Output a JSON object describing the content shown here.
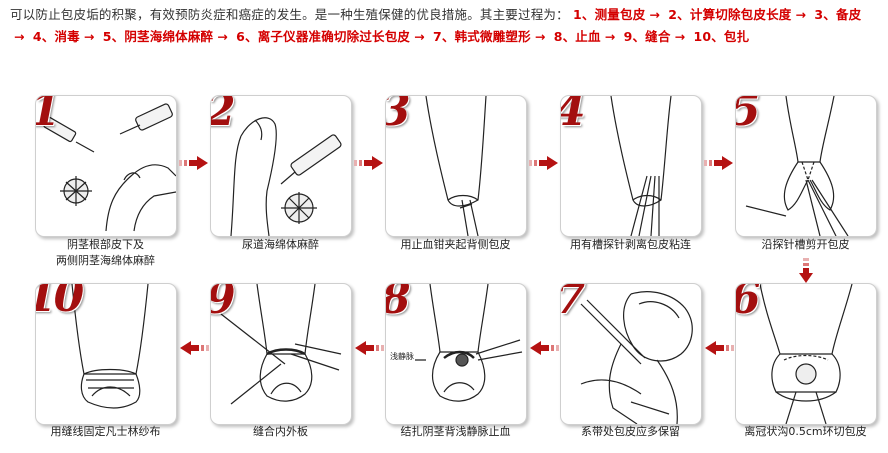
{
  "intro": {
    "lead": "可以防止包皮垢的积聚，有效预防炎症和癌症的发生。是一种生殖保健的优良措施。其主要过程为：",
    "arrow": "→",
    "steps": [
      "1、测量包皮",
      "2、计算切除包皮长度",
      "3、备皮",
      "4、消毒",
      "5、阴茎海绵体麻醉",
      "6、离子仪器准确切除过长包皮",
      "7、韩式微雕塑形",
      "8、止血",
      "9、缝合",
      "10、包扎"
    ]
  },
  "panels": [
    {
      "number": "1",
      "caption_lines": [
        "阴茎根部皮下及",
        "两侧阴茎海绵体麻醉"
      ]
    },
    {
      "number": "2",
      "caption_lines": [
        "尿道海绵体麻醉"
      ]
    },
    {
      "number": "3",
      "caption_lines": [
        "用止血钳夹起背侧包皮"
      ]
    },
    {
      "number": "4",
      "caption_lines": [
        "用有槽探针剥离包皮粘连"
      ]
    },
    {
      "number": "5",
      "caption_lines": [
        "沿探针槽剪开包皮"
      ]
    },
    {
      "number": "6",
      "caption_lines": [
        "离冠状沟0.5cm环切包皮"
      ]
    },
    {
      "number": "7",
      "caption_lines": [
        "系带处包皮应多保留"
      ]
    },
    {
      "number": "8",
      "caption_lines": [
        "结扎阴茎背浅静脉止血"
      ],
      "inset_label": "浅静脉"
    },
    {
      "number": "9",
      "caption_lines": [
        "缝合内外板"
      ]
    },
    {
      "number": "10",
      "caption_lines": [
        "用缝线固定凡士林纱布"
      ]
    }
  ],
  "colors": {
    "accent_red": "#d40000",
    "number_red": "#a30f0f",
    "arrow_red": "#b51212"
  }
}
